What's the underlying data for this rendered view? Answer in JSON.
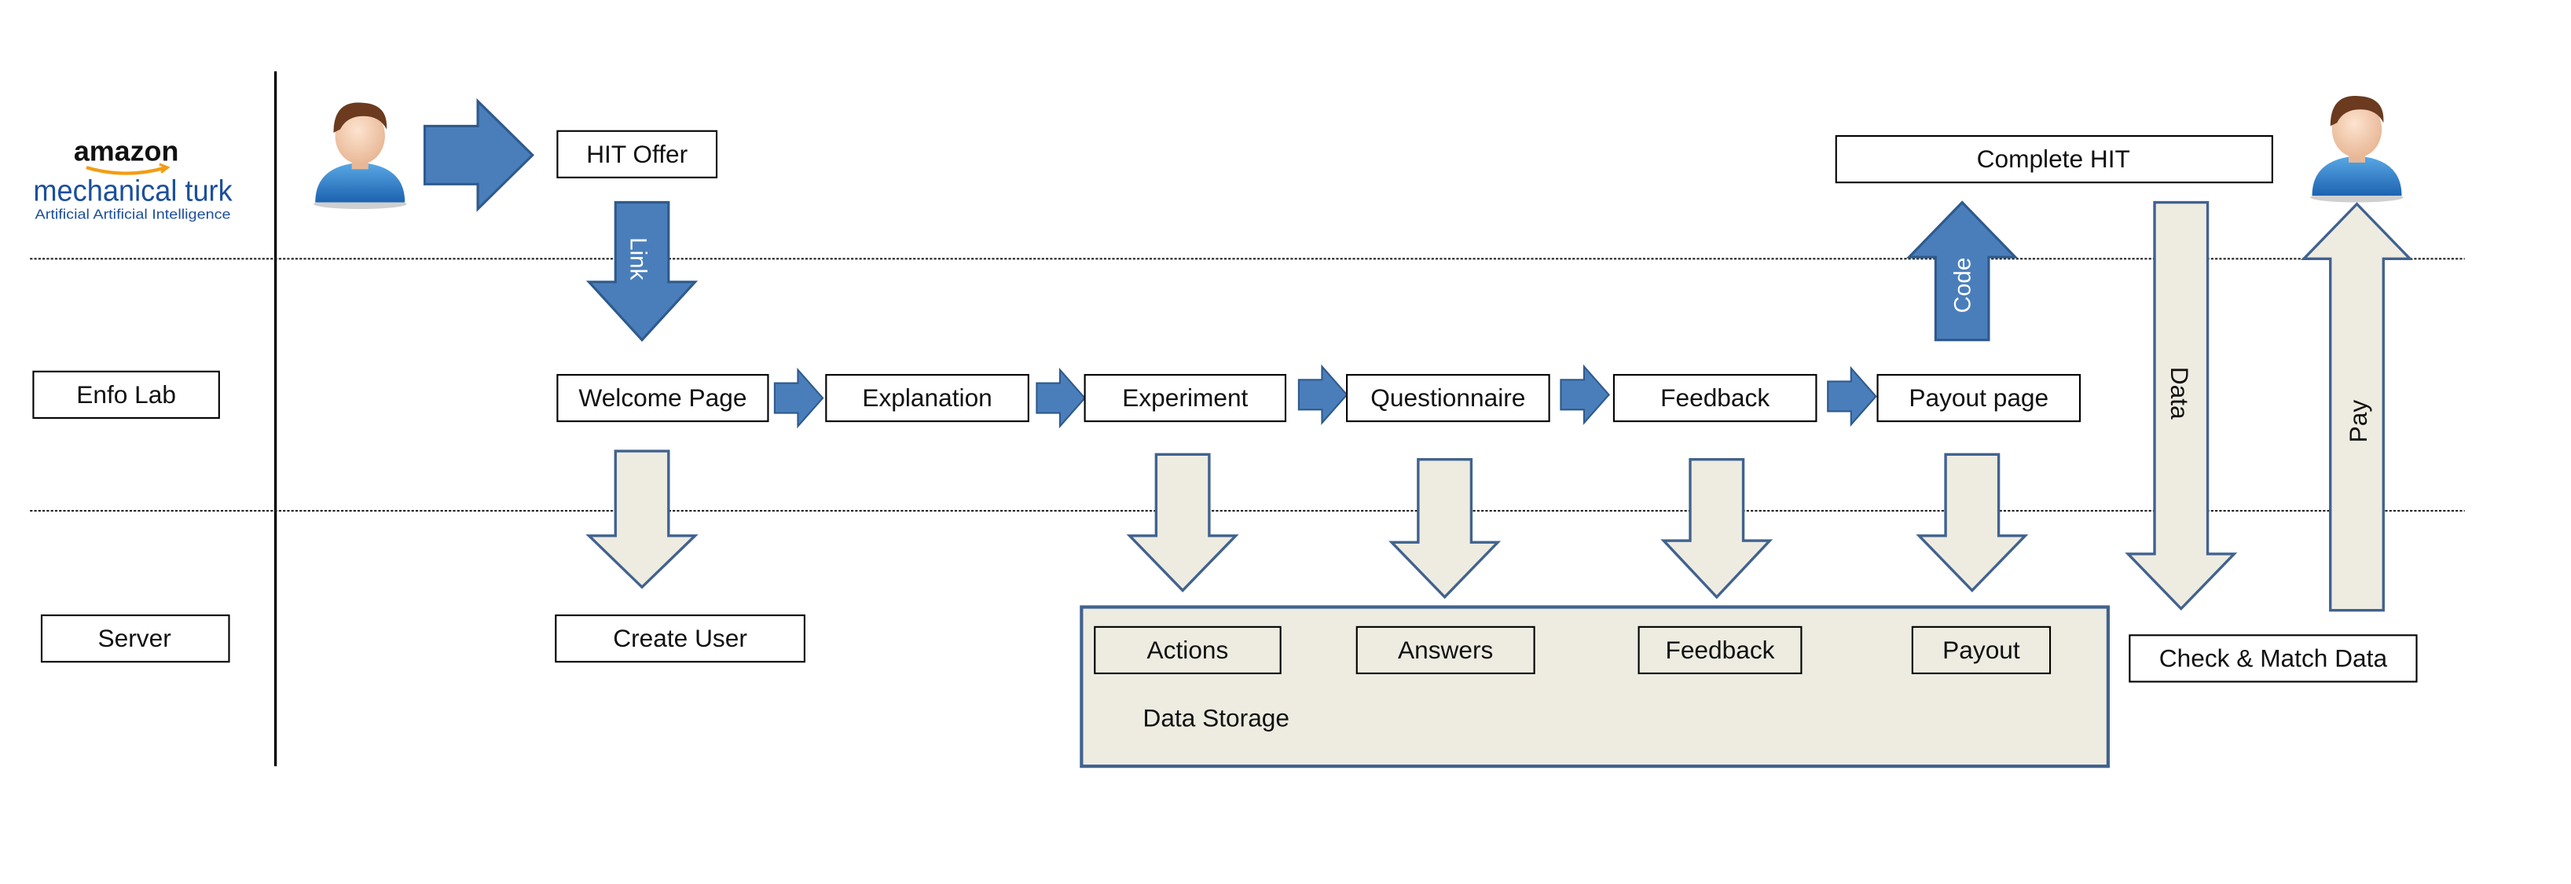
{
  "colors": {
    "blue_arrow": "#4a7ebb",
    "blue_arrow_stroke": "#2f5a8c",
    "beige": "#eeece1",
    "storage_border": "#41628f",
    "dark_text": "#111111",
    "logo_blue": "#1c4f9c"
  },
  "logo": {
    "brand": "amazon",
    "product": "mechanical turk",
    "tagline": "Artificial Artificial Intelligence"
  },
  "lanes": {
    "enfo_lab": "Enfo Lab",
    "server": "Server"
  },
  "boxes": {
    "hit_offer": "HIT Offer",
    "complete_hit": "Complete HIT",
    "welcome_page": "Welcome Page",
    "explanation": "Explanation",
    "experiment": "Experiment",
    "questionnaire": "Questionnaire",
    "feedback": "Feedback",
    "payout_page": "Payout page",
    "create_user": "Create User",
    "actions": "Actions",
    "answers": "Answers",
    "feedback_store": "Feedback",
    "payout": "Payout",
    "check_match": "Check & Match Data",
    "data_storage": "Data Storage"
  },
  "arrow_labels": {
    "link": "Link",
    "code": "Code",
    "data": "Data",
    "pay": "Pay"
  },
  "icons": {
    "worker_left": "user-avatar-icon",
    "worker_right": "user-avatar-icon"
  }
}
